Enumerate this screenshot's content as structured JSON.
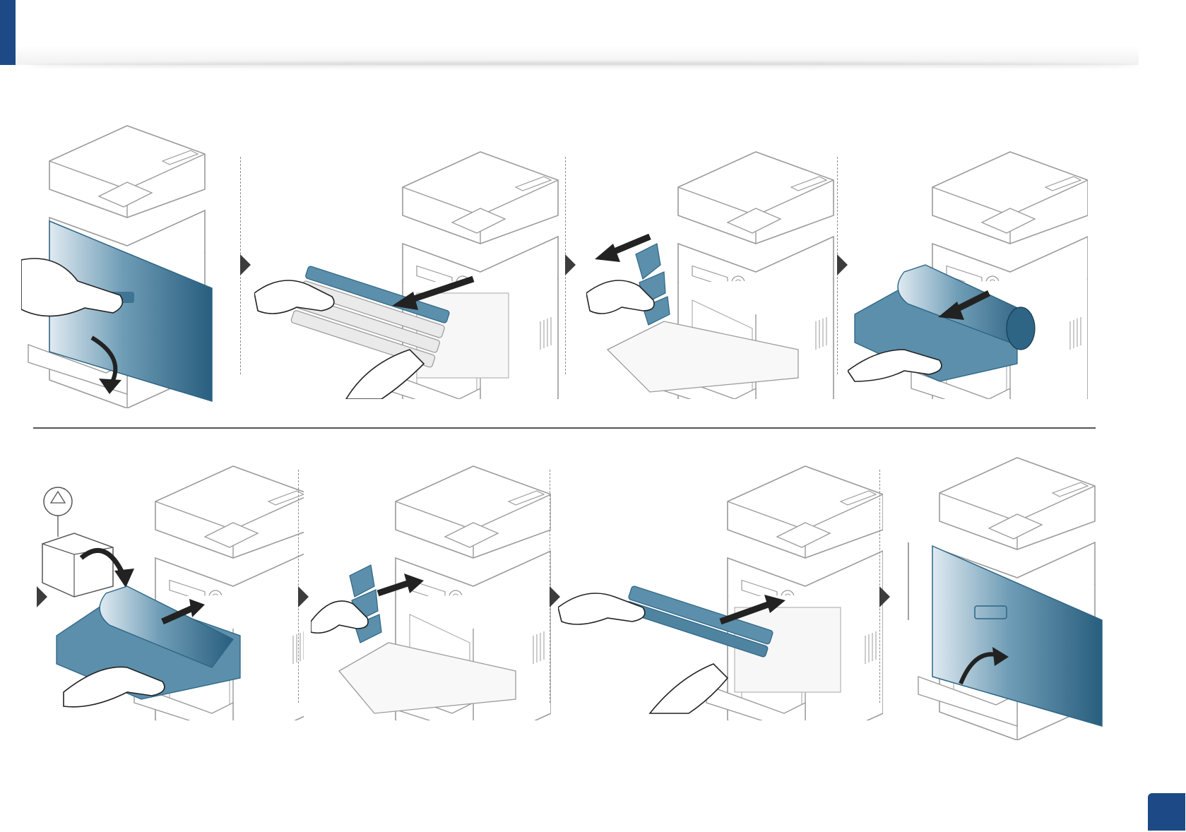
{
  "header": {
    "title": ""
  },
  "footer": {
    "page_number": ""
  },
  "colors": {
    "brand": "#1d4a87",
    "part_blue": "#5b8fab",
    "part_blue_dark": "#2e6585",
    "line_gray": "#9a9a9a"
  },
  "steps": [
    {
      "id": 1,
      "icon": "open-front-cover-illustration"
    },
    {
      "id": 2,
      "icon": "remove-toner-cartridges-illustration"
    },
    {
      "id": 3,
      "icon": "remove-waste-toner-container-illustration"
    },
    {
      "id": 4,
      "icon": "remove-imaging-unit-illustration"
    },
    {
      "id": 5,
      "icon": "insert-new-imaging-unit-illustration"
    },
    {
      "id": 6,
      "icon": "reinsert-waste-toner-container-illustration"
    },
    {
      "id": 7,
      "icon": "reinsert-toner-cartridges-illustration"
    },
    {
      "id": 8,
      "icon": "close-front-cover-illustration"
    }
  ]
}
